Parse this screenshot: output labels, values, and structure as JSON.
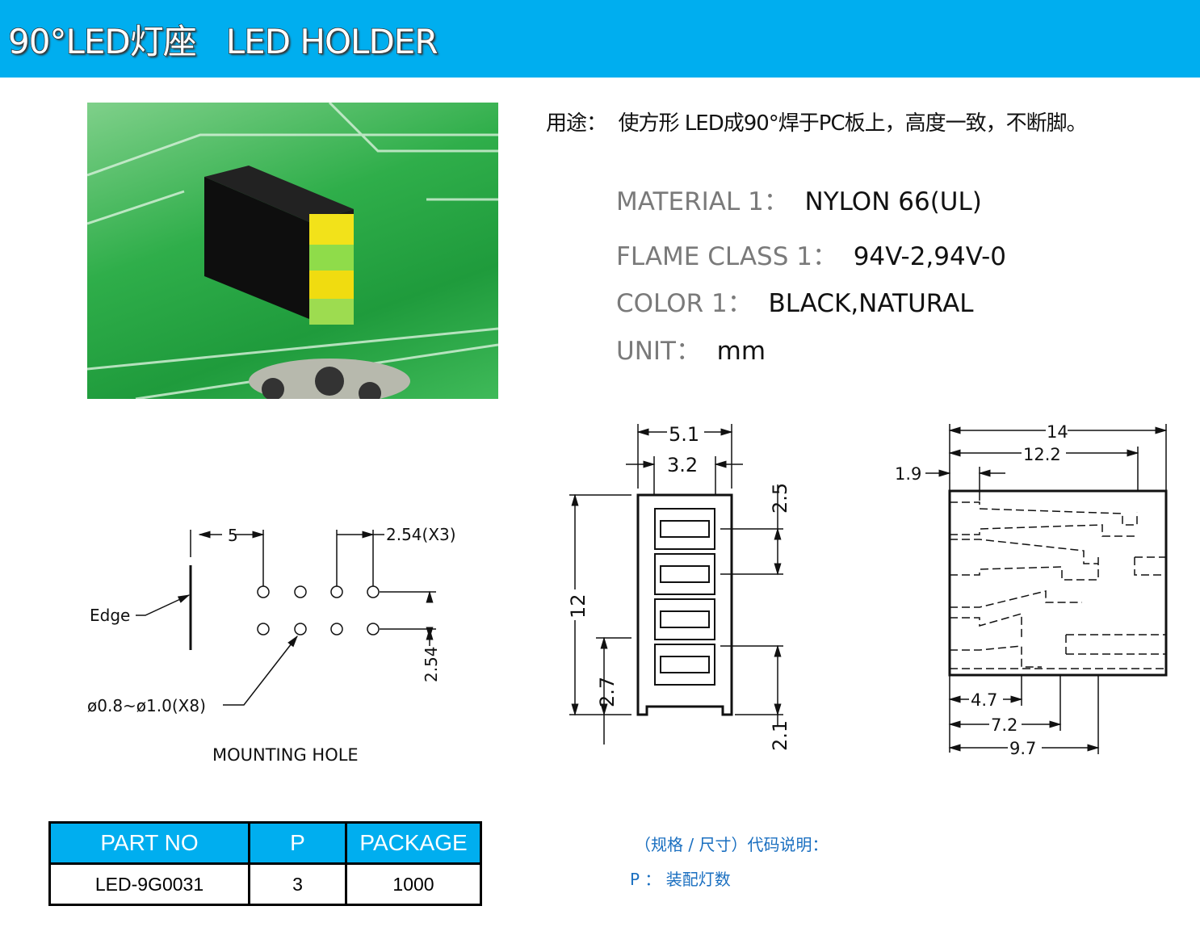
{
  "header": {
    "title": "90°LED灯座   LED HOLDER",
    "bg_color": "#00AEEF"
  },
  "usage": "用途：  使方形 LED成90°焊于PC板上，高度一致，不断脚。",
  "specs": [
    {
      "label": "MATERIAL 1：  ",
      "value": "NYLON 66(UL)"
    },
    {
      "label": "FLAME CLASS 1：  ",
      "value": "94V-2,94V-0"
    },
    {
      "label": "COLOR 1：  ",
      "value": "BLACK,NATURAL"
    },
    {
      "label": "UNIT：  ",
      "value": "mm"
    }
  ],
  "mounting": {
    "dim_5": "5",
    "dim_pitch": "2.54(X3)",
    "dim_vpitch": "2.54",
    "edge": "Edge",
    "hole": "ø0.8~ø1.0(X8)",
    "title": "MOUNTING  HOLE"
  },
  "front_view": {
    "w_outer": "5.1",
    "w_inner": "3.2",
    "pitch": "2.5",
    "height": "12",
    "bottom": "2.7",
    "base": "2.1"
  },
  "side_view": {
    "d14": "14",
    "d12_2": "12.2",
    "d1_9": "1.9",
    "d4_7": "4.7",
    "d7_2": "7.2",
    "d9_7": "9.7"
  },
  "table": {
    "headers": [
      "PART NO",
      "P",
      "PACKAGE"
    ],
    "rows": [
      [
        "LED-9G0031",
        "3",
        "1000"
      ]
    ]
  },
  "notes": {
    "line1": "（规格 / 尺寸）代码说明：",
    "line2": "P ： 装配灯数"
  }
}
